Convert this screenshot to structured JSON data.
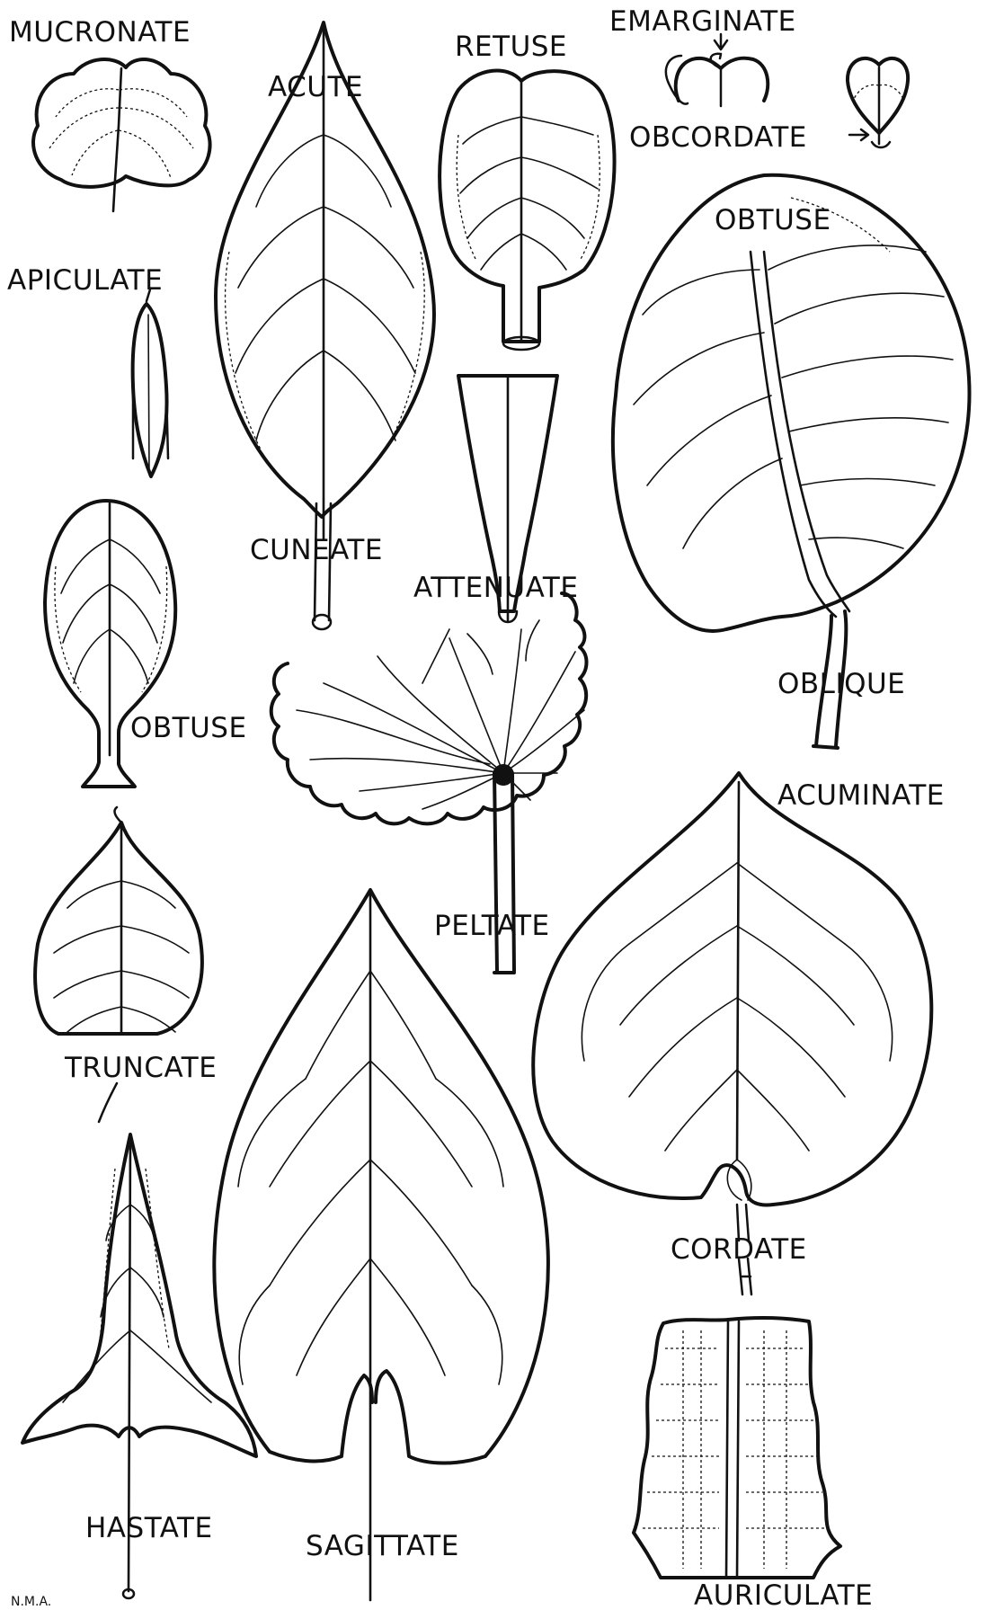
{
  "labels": {
    "mucronate": "MUCRONATE",
    "acute": "ACUTE",
    "retuse": "RETUSE",
    "emarginate": "EMARGINATE",
    "obcordate": "OBCORDATE",
    "obcordate_arrow": "→",
    "obtuse_top": "OBTUSE",
    "apiculate": "APICULATE",
    "cuneate": "CUNEATE",
    "attenuate": "ATTENUATE",
    "obtuse_left": "OBTUSE",
    "oblique": "OBLIQUE",
    "acuminate": "ACUMINATE",
    "peltate": "PELTATE",
    "truncate": "TRUNCATE",
    "cordate": "CORDATE",
    "hastate": "HASTATE",
    "sagittate": "SAGITTATE",
    "auriculate": "AURICULATE",
    "signature": "N.M.A."
  }
}
